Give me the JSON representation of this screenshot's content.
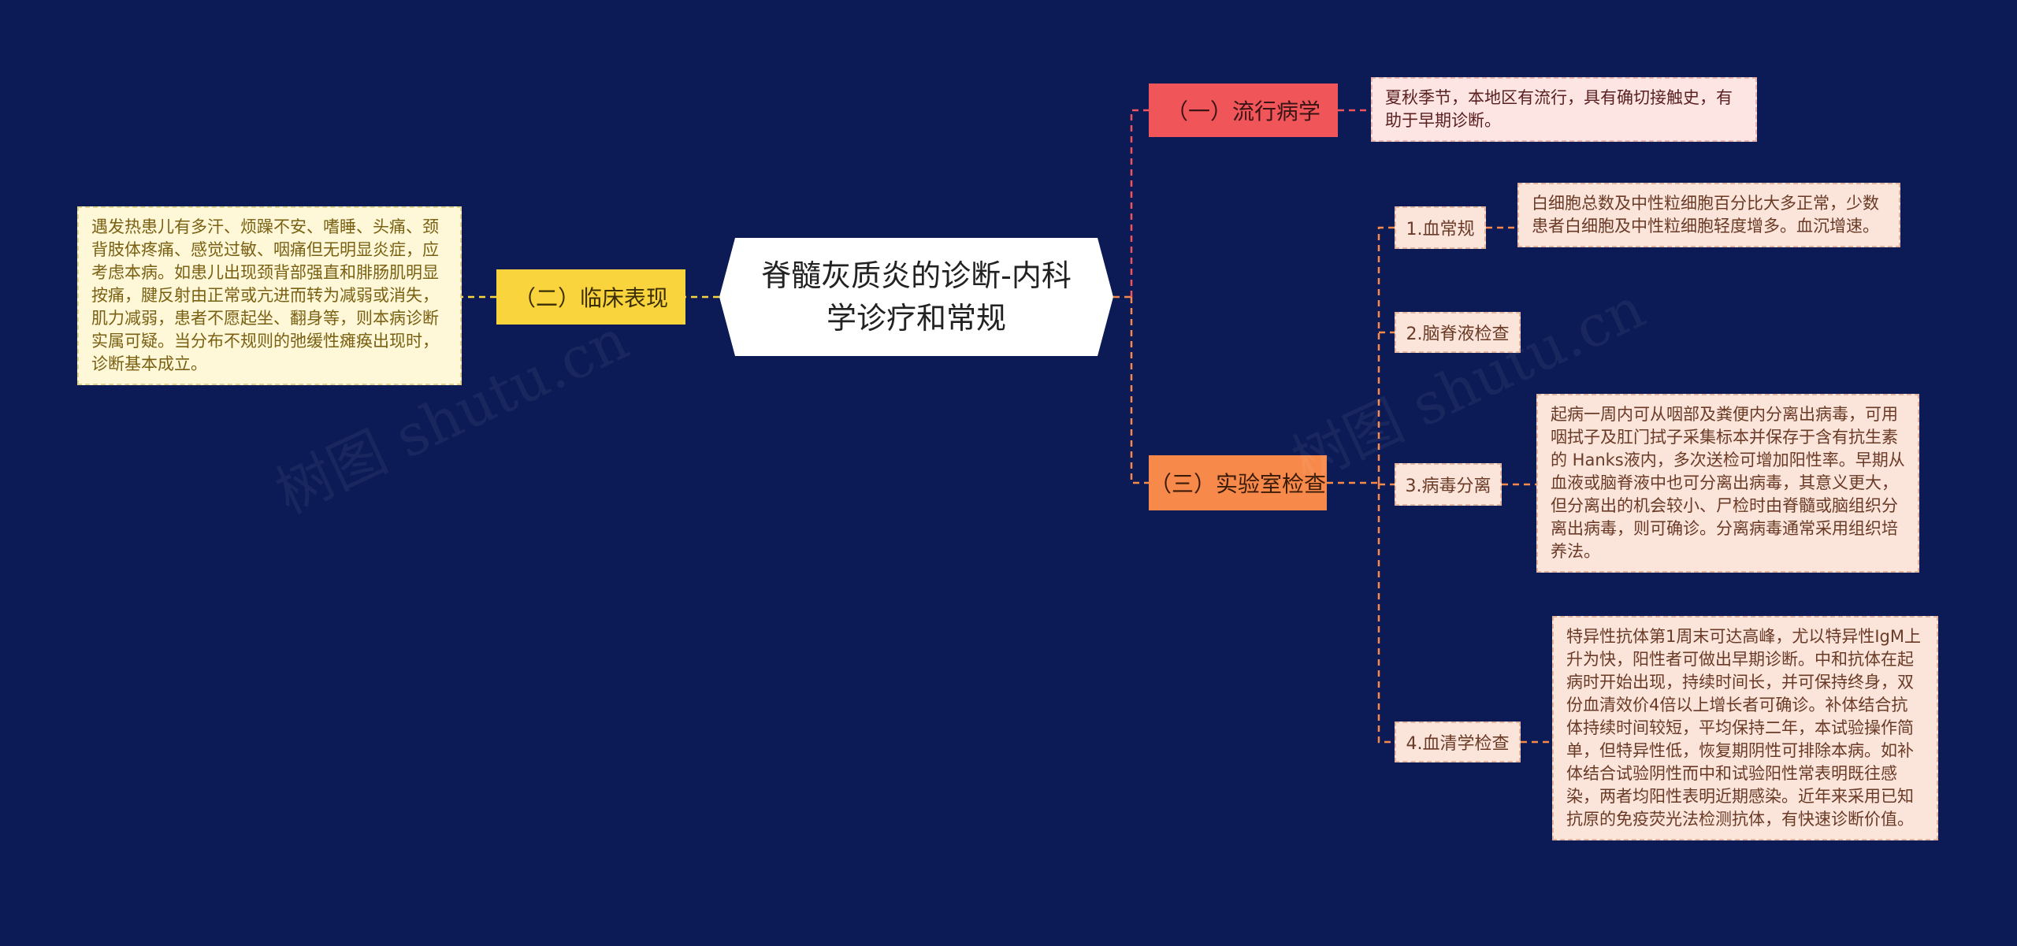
{
  "root": {
    "title": "脊髓灰质炎的诊断-内科学诊疗和常规"
  },
  "branches": {
    "epidemiology": {
      "label": "（一）流行病学",
      "text": "夏秋季节，本地区有流行，具有确切接触史，有助于早期诊断。"
    },
    "clinical": {
      "label": "（二）临床表现",
      "text": "遇发热患儿有多汗、烦躁不安、嗜睡、头痛、颈背肢体疼痛、感觉过敏、咽痛但无明显炎症，应考虑本病。如患儿出现颈背部强直和腓肠肌明显按痛，腱反射由正常或亢进而转为减弱或消失，肌力减弱，患者不愿起坐、翻身等，则本病诊断实属可疑。当分布不规则的弛缓性瘫痪出现时，诊断基本成立。"
    },
    "lab": {
      "label": "（三）实验室检查",
      "items": [
        {
          "label": "1.血常规",
          "text": "白细胞总数及中性粒细胞百分比大多正常，少数患者白细胞及中性粒细胞轻度增多。血沉增速。"
        },
        {
          "label": "2.脑脊液检查"
        },
        {
          "label": "3.病毒分离",
          "text": "起病一周内可从咽部及粪便内分离出病毒，可用咽拭子及肛门拭子采集标本并保存于含有抗生素的 Hanks液内，多次送检可增加阳性率。早期从血液或脑脊液中也可分离出病毒，其意义更大，但分离出的机会较小、尸检时由脊髓或脑组织分离出病毒，则可确诊。分离病毒通常采用组织培养法。"
        },
        {
          "label": "4.血清学检查",
          "text": "特异性抗体第1周末可达高峰，尤以特异性IgM上升为快，阳性者可做出早期诊断。中和抗体在起病时开始出现，持续时间长，并可保持终身，双份血清效价4倍以上增长者可确诊。补体结合抗体持续时间较短，平均保持二年，本试验操作简单，但特异性低，恢复期阴性可排除本病。如补体结合试验阴性而中和试验阳性常表明既往感染，两者均阳性表明近期感染。近年来采用已知抗原的免疫荧光法检测抗体，有快速诊断价值。"
        }
      ]
    }
  },
  "colors": {
    "background": "#0c1a56",
    "epidemiology": "#f0555a",
    "clinical": "#f9d43c",
    "lab": "#f78a4a"
  },
  "watermark": "树图 shutu.cn"
}
